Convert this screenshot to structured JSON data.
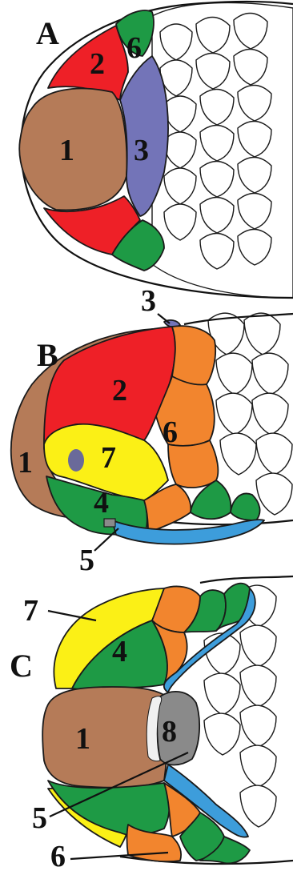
{
  "panels": [
    {
      "label": "A",
      "numbers": [
        "1",
        "2",
        "3",
        "6"
      ]
    },
    {
      "label": "B",
      "numbers": [
        "1",
        "2",
        "3",
        "4",
        "5",
        "6",
        "7"
      ]
    },
    {
      "label": "C",
      "numbers": [
        "1",
        "4",
        "5",
        "6",
        "7",
        "8"
      ]
    }
  ],
  "colors": {
    "shield_1": "#b57b58",
    "shield_2": "#ee2027",
    "shield_3": "#7374b8",
    "shield_4": "#1e9a45",
    "shield_5": "#3d9ddb",
    "shield_6_panel_a": "#1e9a45",
    "shield_6": "#f2852e",
    "shield_7": "#fbf016",
    "shield_8": "#8a8a8a",
    "scales": "#ffffff",
    "outline": "#111111"
  }
}
